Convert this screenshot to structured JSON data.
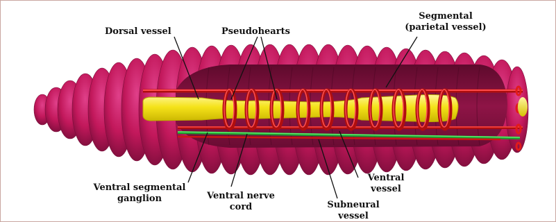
{
  "labels": {
    "dorsal_vessel": "Dorsal vessel",
    "pseudohearts": "Pseudohearts",
    "segmental_line1": "Segmental",
    "segmental_line2": "(parietal vessel)",
    "ventral_segmental_ganglion_line1": "Ventral segmental",
    "ventral_segmental_ganglion_line2": "ganglion",
    "ventral_nerve_cord_line1": "Ventral nerve",
    "ventral_nerve_cord_line2": "cord",
    "subneural_vessel_line1": "Subneural",
    "subneural_vessel_line2": "vessel",
    "ventral_vessel_line1": "Ventral",
    "ventral_vessel_line2": "vessel"
  },
  "colors": {
    "body": "#c2185b",
    "body_dark": "#8a0f42",
    "gut": "#f5e31a",
    "blood_vessel": "#e21b1b",
    "nerve_cord": "#2ecc40",
    "leader_line": "#111111"
  }
}
